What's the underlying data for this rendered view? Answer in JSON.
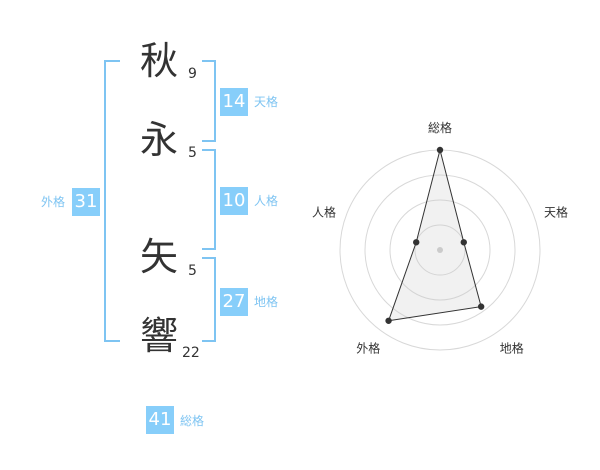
{
  "name": {
    "chars": [
      {
        "char": "秋",
        "strokes": "9"
      },
      {
        "char": "永",
        "strokes": "5"
      },
      {
        "char": "矢",
        "strokes": "5"
      },
      {
        "char": "響",
        "strokes": "22"
      }
    ]
  },
  "kakusu": {
    "tenkaku": {
      "value": "14",
      "label": "天格"
    },
    "jinkaku": {
      "value": "10",
      "label": "人格"
    },
    "chikaku": {
      "value": "27",
      "label": "地格"
    },
    "gaikaku": {
      "value": "31",
      "label": "外格"
    },
    "soukaku": {
      "value": "41",
      "label": "総格"
    }
  },
  "colors": {
    "accent": "#87cefa",
    "label": "#7ec4f2",
    "text": "#333333"
  },
  "chart_data": {
    "type": "radar",
    "axes": [
      "総格",
      "天格",
      "地格",
      "外格",
      "人格"
    ],
    "values": [
      4,
      1,
      2.8,
      3.5,
      1
    ],
    "range": [
      0,
      4
    ],
    "rings": 4
  }
}
